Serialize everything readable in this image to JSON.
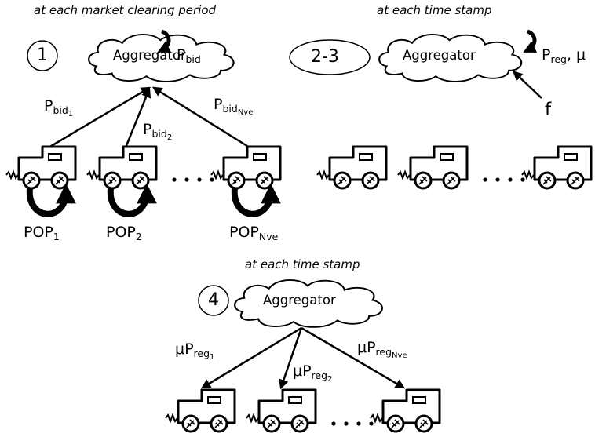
{
  "panel1": {
    "caption": "at each market clearing period",
    "step": "1",
    "aggregator": "Aggregator",
    "p_bid": {
      "main": "P",
      "sub": "bid"
    },
    "p_bid_1": {
      "main": "P",
      "sub": "bid",
      "subsub": "1"
    },
    "p_bid_2": {
      "main": "P",
      "sub": "bid",
      "subsub": "2"
    },
    "p_bid_nve": {
      "main": "P",
      "sub": "bid",
      "subsub": "Nve"
    },
    "pop_1": {
      "main": "POP",
      "sub": "1"
    },
    "pop_2": {
      "main": "POP",
      "sub": "2"
    },
    "pop_nve": {
      "main": "POP",
      "sub": "Nve"
    }
  },
  "panel23": {
    "caption": "at each time stamp",
    "step": "2-3",
    "aggregator": "Aggregator",
    "p_reg": {
      "main": "P",
      "sub": "reg",
      "rest": ", μ"
    },
    "f": "f"
  },
  "panel4": {
    "caption": "at each time stamp",
    "step": "4",
    "aggregator": "Aggregator",
    "mu_p_reg_1": {
      "main": "μP",
      "sub": "reg",
      "subsub": "1"
    },
    "mu_p_reg_2": {
      "main": "μP",
      "sub": "reg",
      "subsub": "2"
    },
    "mu_p_reg_nve": {
      "main": "μP",
      "sub": "reg",
      "subsub": "Nve"
    }
  },
  "colors": {
    "stroke": "#000000",
    "fill": "#ffffff"
  },
  "icons": {
    "vehicle": "ev-car-icon",
    "cloud": "cloud-icon",
    "loop": "curved-arrow-icon"
  }
}
